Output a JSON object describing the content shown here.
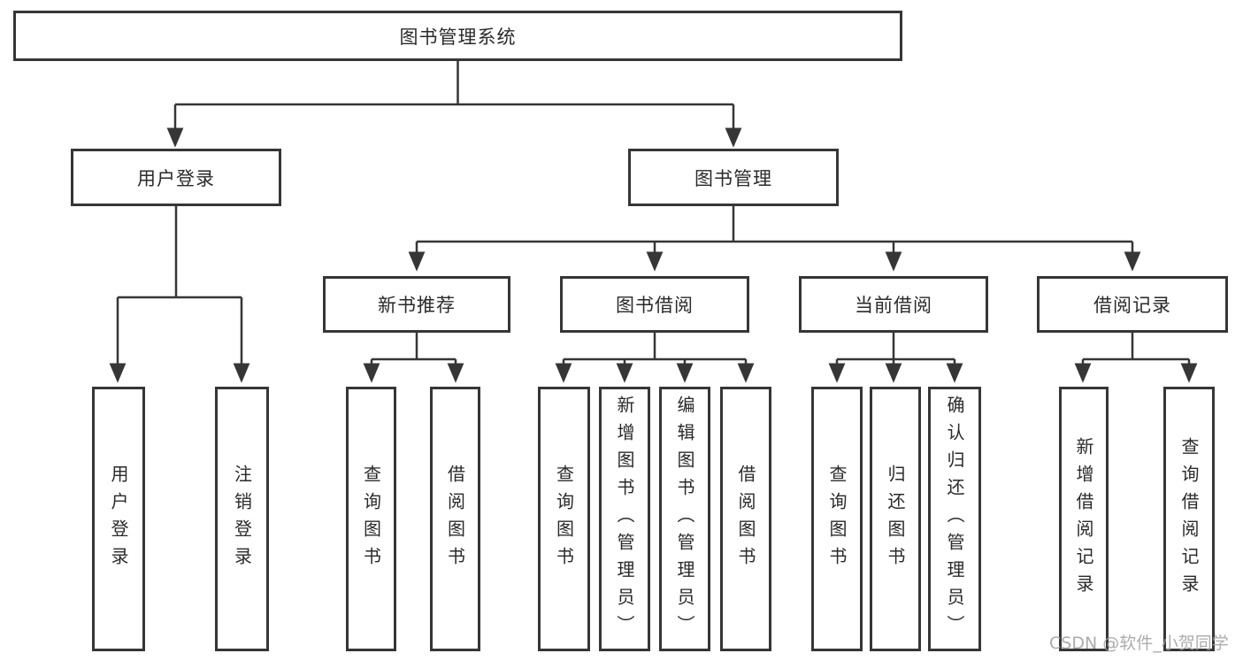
{
  "tree": {
    "root": {
      "label": "图书管理系统",
      "children": [
        {
          "label": "用户登录",
          "children": [
            {
              "label": "用户登录"
            },
            {
              "label": "注销登录"
            }
          ]
        },
        {
          "label": "图书管理",
          "children": [
            {
              "label": "新书推荐",
              "children": [
                {
                  "label": "查询图书"
                },
                {
                  "label": "借阅图书"
                }
              ]
            },
            {
              "label": "图书借阅",
              "children": [
                {
                  "label": "查询图书"
                },
                {
                  "label": "新增图书（管理员）"
                },
                {
                  "label": "编辑图书（管理员）"
                },
                {
                  "label": "借阅图书"
                }
              ]
            },
            {
              "label": "当前借阅",
              "children": [
                {
                  "label": "查询图书"
                },
                {
                  "label": "归还图书"
                },
                {
                  "label": "确认归还（管理员）"
                }
              ]
            },
            {
              "label": "借阅记录",
              "children": [
                {
                  "label": "新增借阅记录"
                },
                {
                  "label": "查询借阅记录"
                }
              ]
            }
          ]
        }
      ]
    }
  },
  "watermark": {
    "text": "CSDN @软件_小贺同学"
  },
  "colors": {
    "line": "#363636",
    "box_border": "#363636",
    "text": "#2a2a2a",
    "background": "#ffffff",
    "watermark": "#9e9e9e"
  }
}
